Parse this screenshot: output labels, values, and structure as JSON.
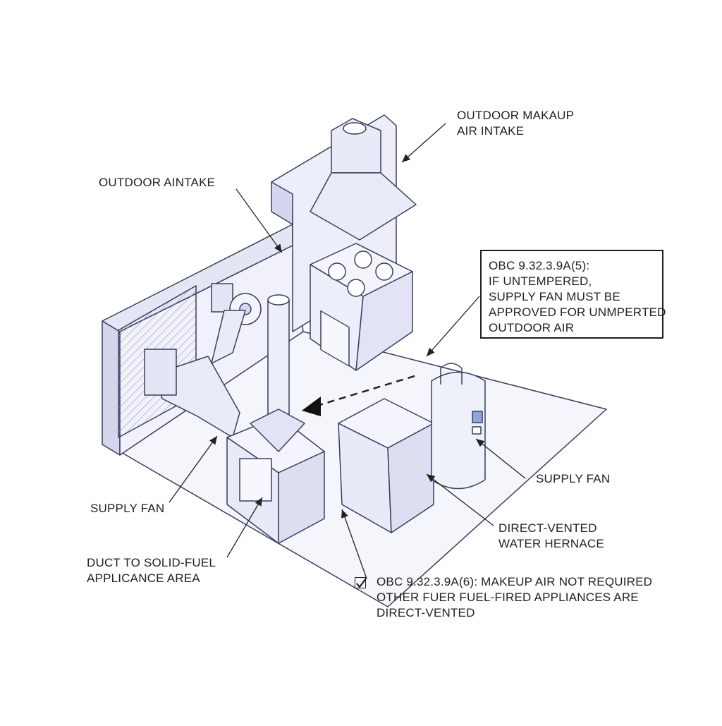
{
  "labels": {
    "outdoor_makeup_air_intake": [
      "OUTDOOR MAKAUP",
      "AIR INTAKE"
    ],
    "outdoor_air_intake": [
      "OUTDOOR AINTAKE"
    ],
    "supply_fan_left": [
      "SUPPLY FAN"
    ],
    "duct_to_solid_fuel": [
      "DUCT TO SOLID-FUEL",
      "APPLICANCE AREA"
    ],
    "supply_fan_right": [
      "SUPPLY FAN"
    ],
    "direct_vented_water_heater": [
      "DIRECT-VENTED",
      "WATER HERNACE"
    ]
  },
  "code_note_top": {
    "lines": [
      "OBC 9.32.3.9A(5):",
      "IF UNTEMPERED,",
      "SUPPLY FAN MUST BE",
      "APPROVED FOR UNMPERTED",
      "OUTDOOR AIR"
    ]
  },
  "code_note_bottom": {
    "lines": [
      "OBC 9.32.3.9A(6): MAKEUP AIR NOT REQUIRED",
      "OTHER FUER FUEL-FIRED APPLIANCES ARE",
      "DIRECT-VENTED"
    ],
    "checked": true
  },
  "colors": {
    "line": "#3a3f5c",
    "fill_light": "#f2f3fb",
    "fill_mid": "#e4e6f6",
    "fill_dark": "#d3d6ee",
    "accent_panel": "#8fa7d8"
  }
}
